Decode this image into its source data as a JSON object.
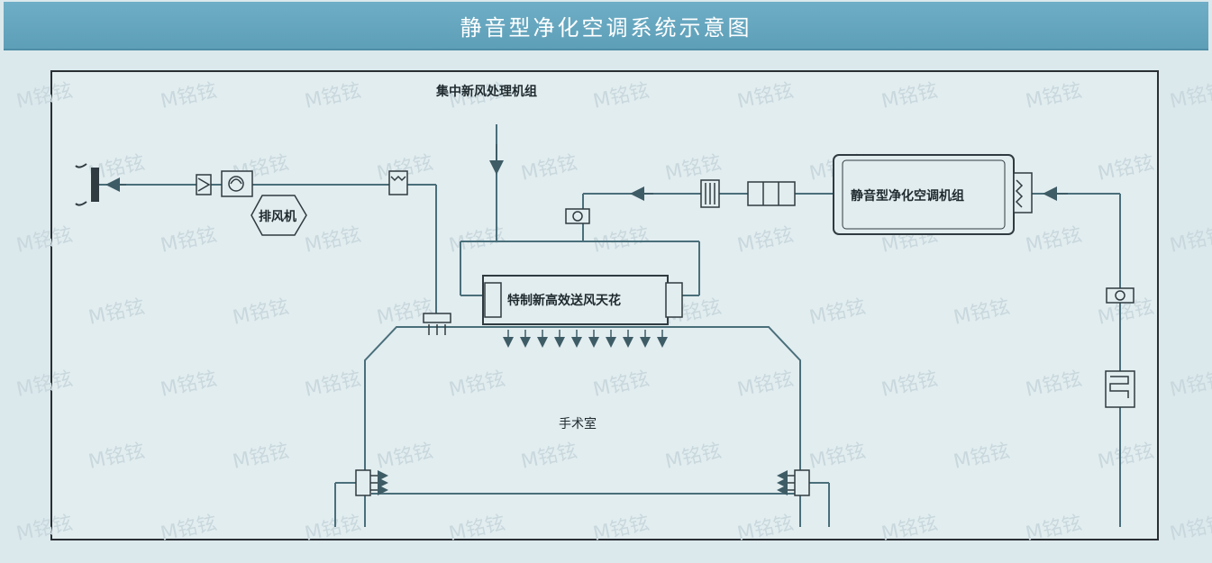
{
  "header": {
    "title": "静音型净化空调系统示意图"
  },
  "watermark": {
    "text": "M铭铉"
  },
  "labels": {
    "fresh_air_unit": "集中新风处理机组",
    "exhaust_fan": "排风机",
    "ac_unit": "静音型净化空调机组",
    "ceiling": "特制新高效送风天花",
    "room": "手术室"
  },
  "colors": {
    "header_bg": "#6eaec6",
    "line": "#4a6f7a",
    "frame": "#2a2f33"
  }
}
